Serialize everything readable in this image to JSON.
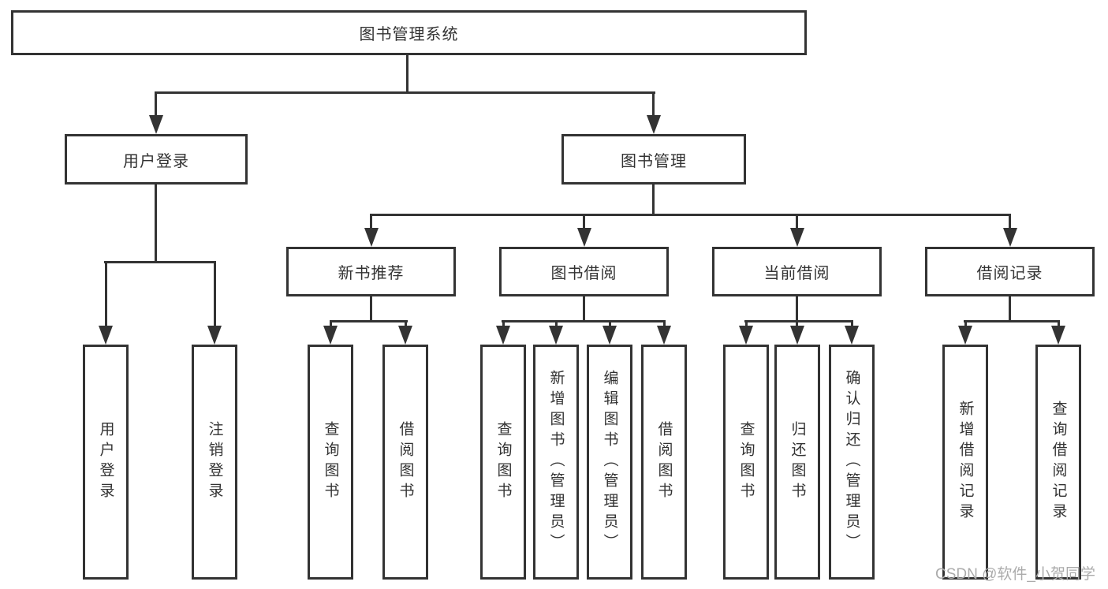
{
  "diagram": {
    "root": {
      "label": "图书管理系统"
    },
    "level2": {
      "user_login": {
        "label": "用户登录"
      },
      "book_mgmt": {
        "label": "图书管理"
      }
    },
    "level3": {
      "new_book_recommend": {
        "label": "新书推荐"
      },
      "book_borrow": {
        "label": "图书借阅"
      },
      "current_borrow": {
        "label": "当前借阅"
      },
      "borrow_records": {
        "label": "借阅记录"
      }
    },
    "leaves": {
      "user_login": [
        "用户登录",
        "注销登录"
      ],
      "new_book_recommend": [
        "查询图书",
        "借阅图书"
      ],
      "book_borrow": [
        "查询图书",
        "新增图书（管理员）",
        "编辑图书（管理员）",
        "借阅图书"
      ],
      "current_borrow": [
        "查询图书",
        "归还图书",
        "确认归还（管理员）"
      ],
      "borrow_records": [
        "新增借阅记录",
        "查询借阅记录"
      ]
    }
  },
  "watermark": {
    "text": "CSDN @软件_小贺同学"
  },
  "colors": {
    "line": "#333333",
    "text": "#333333",
    "watermark": "#ababab",
    "background": "#ffffff"
  }
}
